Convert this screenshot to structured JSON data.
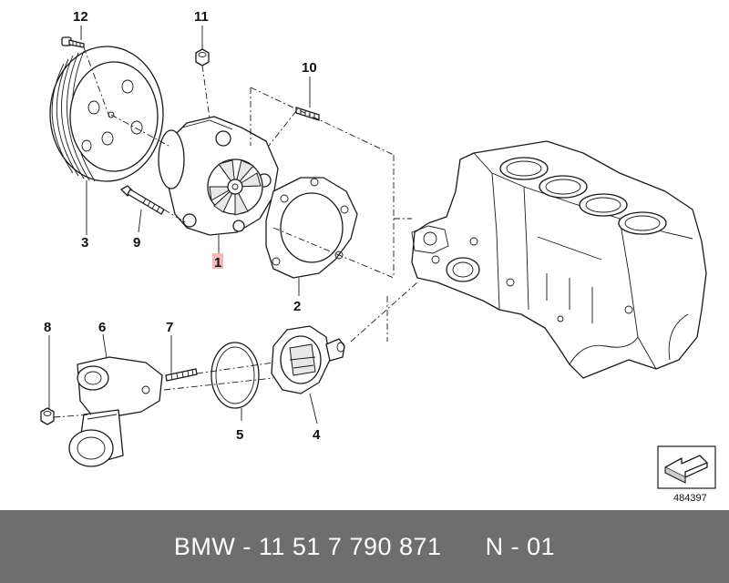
{
  "callouts": {
    "c1": "1",
    "c2": "2",
    "c3": "3",
    "c4": "4",
    "c5": "5",
    "c6": "6",
    "c7": "7",
    "c8": "8",
    "c9": "9",
    "c10": "10",
    "c11": "11",
    "c12": "12"
  },
  "image_ref": "484397",
  "footer": {
    "part_number": "BMW - 11 51 7 790 871",
    "code": "N - 01"
  },
  "colors": {
    "footer_bg": "#6e6e6e",
    "footer_text": "#ffffff",
    "highlight": "#f4b8b8",
    "ink": "#1a1a1a"
  }
}
